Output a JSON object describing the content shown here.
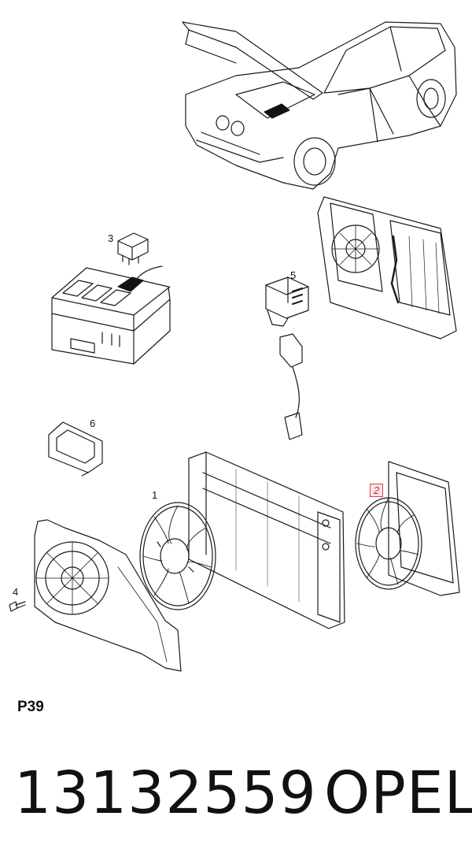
{
  "callouts": {
    "c1": "1",
    "c2": "2",
    "c3": "3",
    "c4": "4",
    "c5": "5",
    "c6": "6"
  },
  "footer": {
    "page_code": "P39",
    "part_number": "13132559",
    "brand": "OPEL"
  },
  "colors": {
    "line": "#1a1a1a",
    "highlight_border": "#d9434d",
    "highlight_fill": "#fde4e6"
  }
}
